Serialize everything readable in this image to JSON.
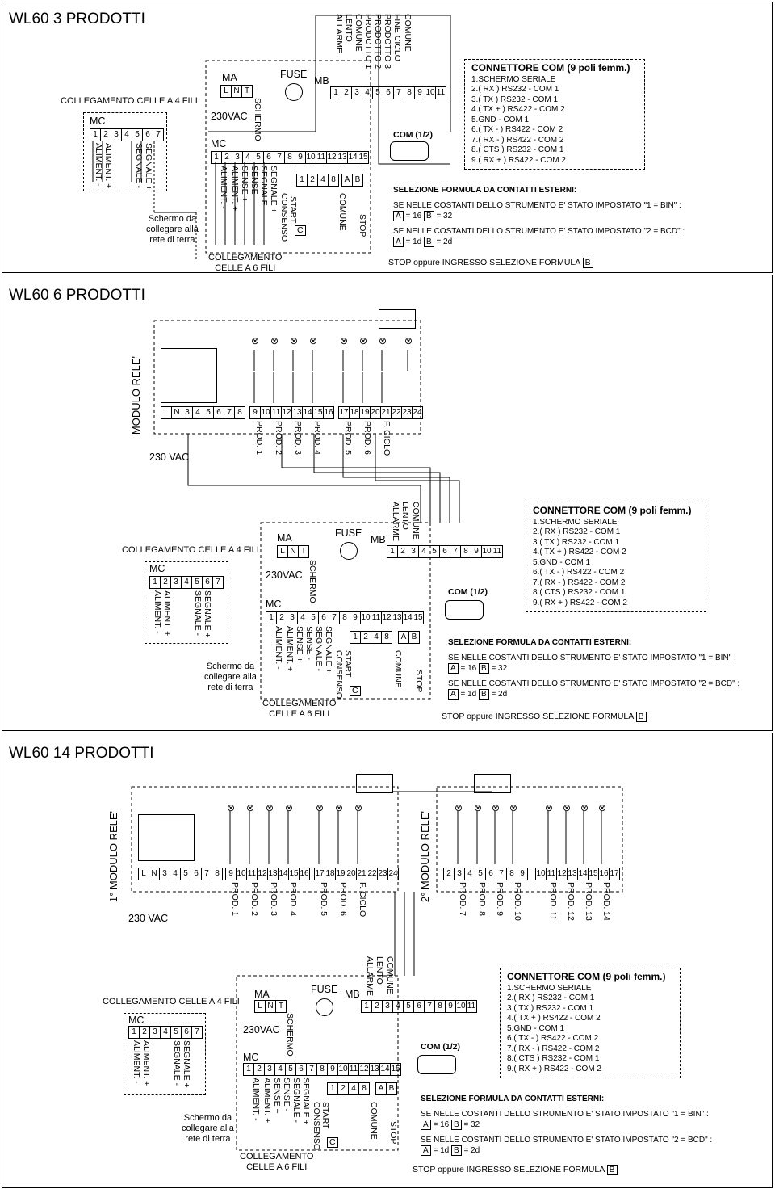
{
  "panels": [
    {
      "title": "WL60  3 PRODOTTI",
      "mc4": {
        "title": "COLLEGAMENTO CELLE A 4 FILI",
        "label": "MC",
        "terms": [
          "1",
          "2",
          "3",
          "4",
          "5",
          "6",
          "7"
        ],
        "signals": [
          "ALIMENT. -",
          "ALIMENT. +",
          "SEGNALE -",
          "SEGNALE +"
        ]
      },
      "earth_note": [
        "Schermo da",
        "collegare alla",
        "rete di terra"
      ],
      "ma": {
        "label": "MA",
        "terms": [
          "L",
          "N",
          "T"
        ],
        "voltage": "230VAC",
        "shield": "SCHERMO"
      },
      "mc6": {
        "label": "MC",
        "terms": [
          "1",
          "2",
          "3",
          "4",
          "5",
          "6",
          "7",
          "8",
          "9",
          "10",
          "11",
          "12",
          "13",
          "14",
          "15"
        ],
        "signals": [
          "ALIMENT. -",
          "ALIMENT. +",
          "SENSE +",
          "SENSE -",
          "SEGNALE -",
          "SEGNALE +"
        ],
        "title": [
          "COLLEGAMENTO",
          "CELLE A 6 FILI"
        ]
      },
      "fuse": "FUSE",
      "mb": {
        "label": "MB",
        "terms": [
          "1",
          "2",
          "3",
          "4",
          "5",
          "6",
          "7",
          "8",
          "9",
          "10",
          "11"
        ],
        "signals": [
          "ALLARME",
          "LENTO",
          "COMUNE",
          "PRODOTTO 1",
          "PRODOTTO 2",
          "PRODOTTO 3",
          "FINE CICLO",
          "COMUNE"
        ]
      },
      "inputs": {
        "terms": [
          "1",
          "2",
          "4",
          "8"
        ],
        "ab": [
          "A",
          "B"
        ],
        "labels": [
          "START",
          "CONSENSO",
          "COMUNE",
          "STOP"
        ],
        "c": "C"
      },
      "com": "COM (1/2)"
    },
    {
      "title": "WL60  6 PRODOTTI",
      "module_label": "MODULO RELE'",
      "power_terms": [
        "L",
        "N",
        "3",
        "4",
        "5",
        "6",
        "7",
        "8"
      ],
      "voltage": "230 VAC",
      "terms_a": [
        "9",
        "10",
        "11",
        "12",
        "13",
        "14",
        "15",
        "16"
      ],
      "terms_b": [
        "17",
        "18",
        "19",
        "20",
        "21",
        "22",
        "23",
        "24"
      ],
      "prods": [
        "PROD. 1",
        "PROD. 2",
        "PROD. 3",
        "PROD. 4",
        "PROD. 5",
        "PROD. 6",
        "F. CICLO"
      ],
      "mc4": {
        "title": "COLLEGAMENTO CELLE A 4 FILI",
        "label": "MC",
        "terms": [
          "1",
          "2",
          "3",
          "4",
          "5",
          "6",
          "7"
        ],
        "signals": [
          "ALIMENT. -",
          "ALIMENT. +",
          "SEGNALE -",
          "SEGNALE +"
        ]
      },
      "earth_note": [
        "Schermo da",
        "collegare alla",
        "rete di terra"
      ],
      "ma": {
        "label": "MA",
        "terms": [
          "L",
          "N",
          "T"
        ],
        "voltage": "230VAC",
        "shield": "SCHERMO"
      },
      "mc6": {
        "label": "MC",
        "terms": [
          "1",
          "2",
          "3",
          "4",
          "5",
          "6",
          "7",
          "8",
          "9",
          "10",
          "11",
          "12",
          "13",
          "14",
          "15"
        ],
        "signals": [
          "ALIMENT. -",
          "ALIMENT. +",
          "SENSE +",
          "SENSE -",
          "SEGNALE -",
          "SEGNALE +"
        ],
        "title": [
          "COLLEGAMENTO",
          "CELLE A 6 FILI"
        ]
      },
      "fuse": "FUSE",
      "mb": {
        "label": "MB",
        "terms": [
          "1",
          "2",
          "3",
          "4",
          "5",
          "6",
          "7",
          "8",
          "9",
          "10",
          "11"
        ],
        "signals": [
          "ALLARME",
          "LENTO",
          "COMUNE"
        ]
      },
      "inputs": {
        "terms": [
          "1",
          "2",
          "4",
          "8"
        ],
        "ab": [
          "A",
          "B"
        ],
        "labels": [
          "START",
          "CONSENSO",
          "COMUNE",
          "STOP"
        ],
        "c": "C"
      },
      "com": "COM (1/2)"
    },
    {
      "title": "WL60  14 PRODOTTI",
      "module1_label": "1° MODULO RELE'",
      "module2_label": "2° MODULO RELE'",
      "power_terms": [
        "L",
        "N",
        "3",
        "4",
        "5",
        "6",
        "7",
        "8"
      ],
      "voltage": "230 VAC",
      "terms_a": [
        "9",
        "10",
        "11",
        "12",
        "13",
        "14",
        "15",
        "16"
      ],
      "terms_b": [
        "17",
        "18",
        "19",
        "20",
        "21",
        "22",
        "23",
        "24"
      ],
      "prods": [
        "PROD. 1",
        "PROD. 2",
        "PROD. 3",
        "PROD. 4",
        "PROD. 5",
        "PROD. 6",
        "F. CICLO"
      ],
      "terms_c": [
        "2",
        "3",
        "4",
        "5",
        "6",
        "7",
        "8",
        "9"
      ],
      "terms_d": [
        "10",
        "11",
        "12",
        "13",
        "14",
        "15",
        "16",
        "17"
      ],
      "prods2": [
        "PROD. 7",
        "PROD. 8",
        "PROD. 9",
        "PROD. 10",
        "PROD. 11",
        "PROD. 12",
        "PROD. 13",
        "PROD. 14"
      ],
      "mc4": {
        "title": "COLLEGAMENTO CELLE A 4 FILI",
        "label": "MC",
        "terms": [
          "1",
          "2",
          "3",
          "4",
          "5",
          "6",
          "7"
        ],
        "signals": [
          "ALIMENT. -",
          "ALIMENT. +",
          "SEGNALE -",
          "SEGNALE +"
        ]
      },
      "earth_note": [
        "Schermo da",
        "collegare alla",
        "rete di terra"
      ],
      "ma": {
        "label": "MA",
        "terms": [
          "L",
          "N",
          "T"
        ],
        "voltage": "230VAC",
        "shield": "SCHERMO"
      },
      "mc6": {
        "label": "MC",
        "terms": [
          "1",
          "2",
          "3",
          "4",
          "5",
          "6",
          "7",
          "8",
          "9",
          "10",
          "11",
          "12",
          "13",
          "14",
          "15"
        ],
        "signals": [
          "ALIMENT. -",
          "ALIMENT. +",
          "SENSE +",
          "SENSE -",
          "SEGNALE -",
          "SEGNALE +"
        ],
        "title": [
          "COLLEGAMENTO",
          "CELLE A 6 FILI"
        ]
      },
      "fuse": "FUSE",
      "mb": {
        "label": "MB",
        "terms": [
          "1",
          "2",
          "3",
          "4",
          "5",
          "6",
          "7",
          "8",
          "9",
          "10",
          "11"
        ],
        "signals": [
          "ALLARME",
          "LENTO",
          "COMUNE"
        ]
      },
      "inputs": {
        "terms": [
          "1",
          "2",
          "4",
          "8"
        ],
        "ab": [
          "A",
          "B"
        ],
        "labels": [
          "START",
          "CONSENSO",
          "COMUNE",
          "STOP"
        ],
        "c": "C"
      },
      "com": "COM (1/2)"
    }
  ],
  "connector": {
    "title": "CONNETTORE COM (9 poli femm.)",
    "pins": [
      "1.SCHERMO SERIALE",
      "2.( RX ) RS232 - COM 1",
      "3.( TX ) RS232 - COM 1",
      "4.( TX + ) RS422 - COM 2",
      "5.GND - COM 1",
      "6.( TX - ) RS422 - COM 2",
      "7.( RX - ) RS422 - COM 2",
      "8.( CTS ) RS232 - COM 1",
      "9.( RX + ) RS422 - COM 2"
    ]
  },
  "selection": {
    "title": "SELEZIONE FORMULA DA CONTATTI ESTERNI:",
    "line1": "SE NELLE COSTANTI DELLO STRUMENTO E' STATO IMPOSTATO \"1 = BIN\" :",
    "bin_a": "= 16",
    "bin_b": "= 32",
    "line2": "SE NELLE COSTANTI DELLO STRUMENTO E' STATO IMPOSTATO \"2 = BCD\" :",
    "bcd_a": "= 1d",
    "bcd_b": "= 2d",
    "a": "A",
    "b": "B",
    "stop_note": "STOP oppure INGRESSO SELEZIONE FORMULA"
  }
}
